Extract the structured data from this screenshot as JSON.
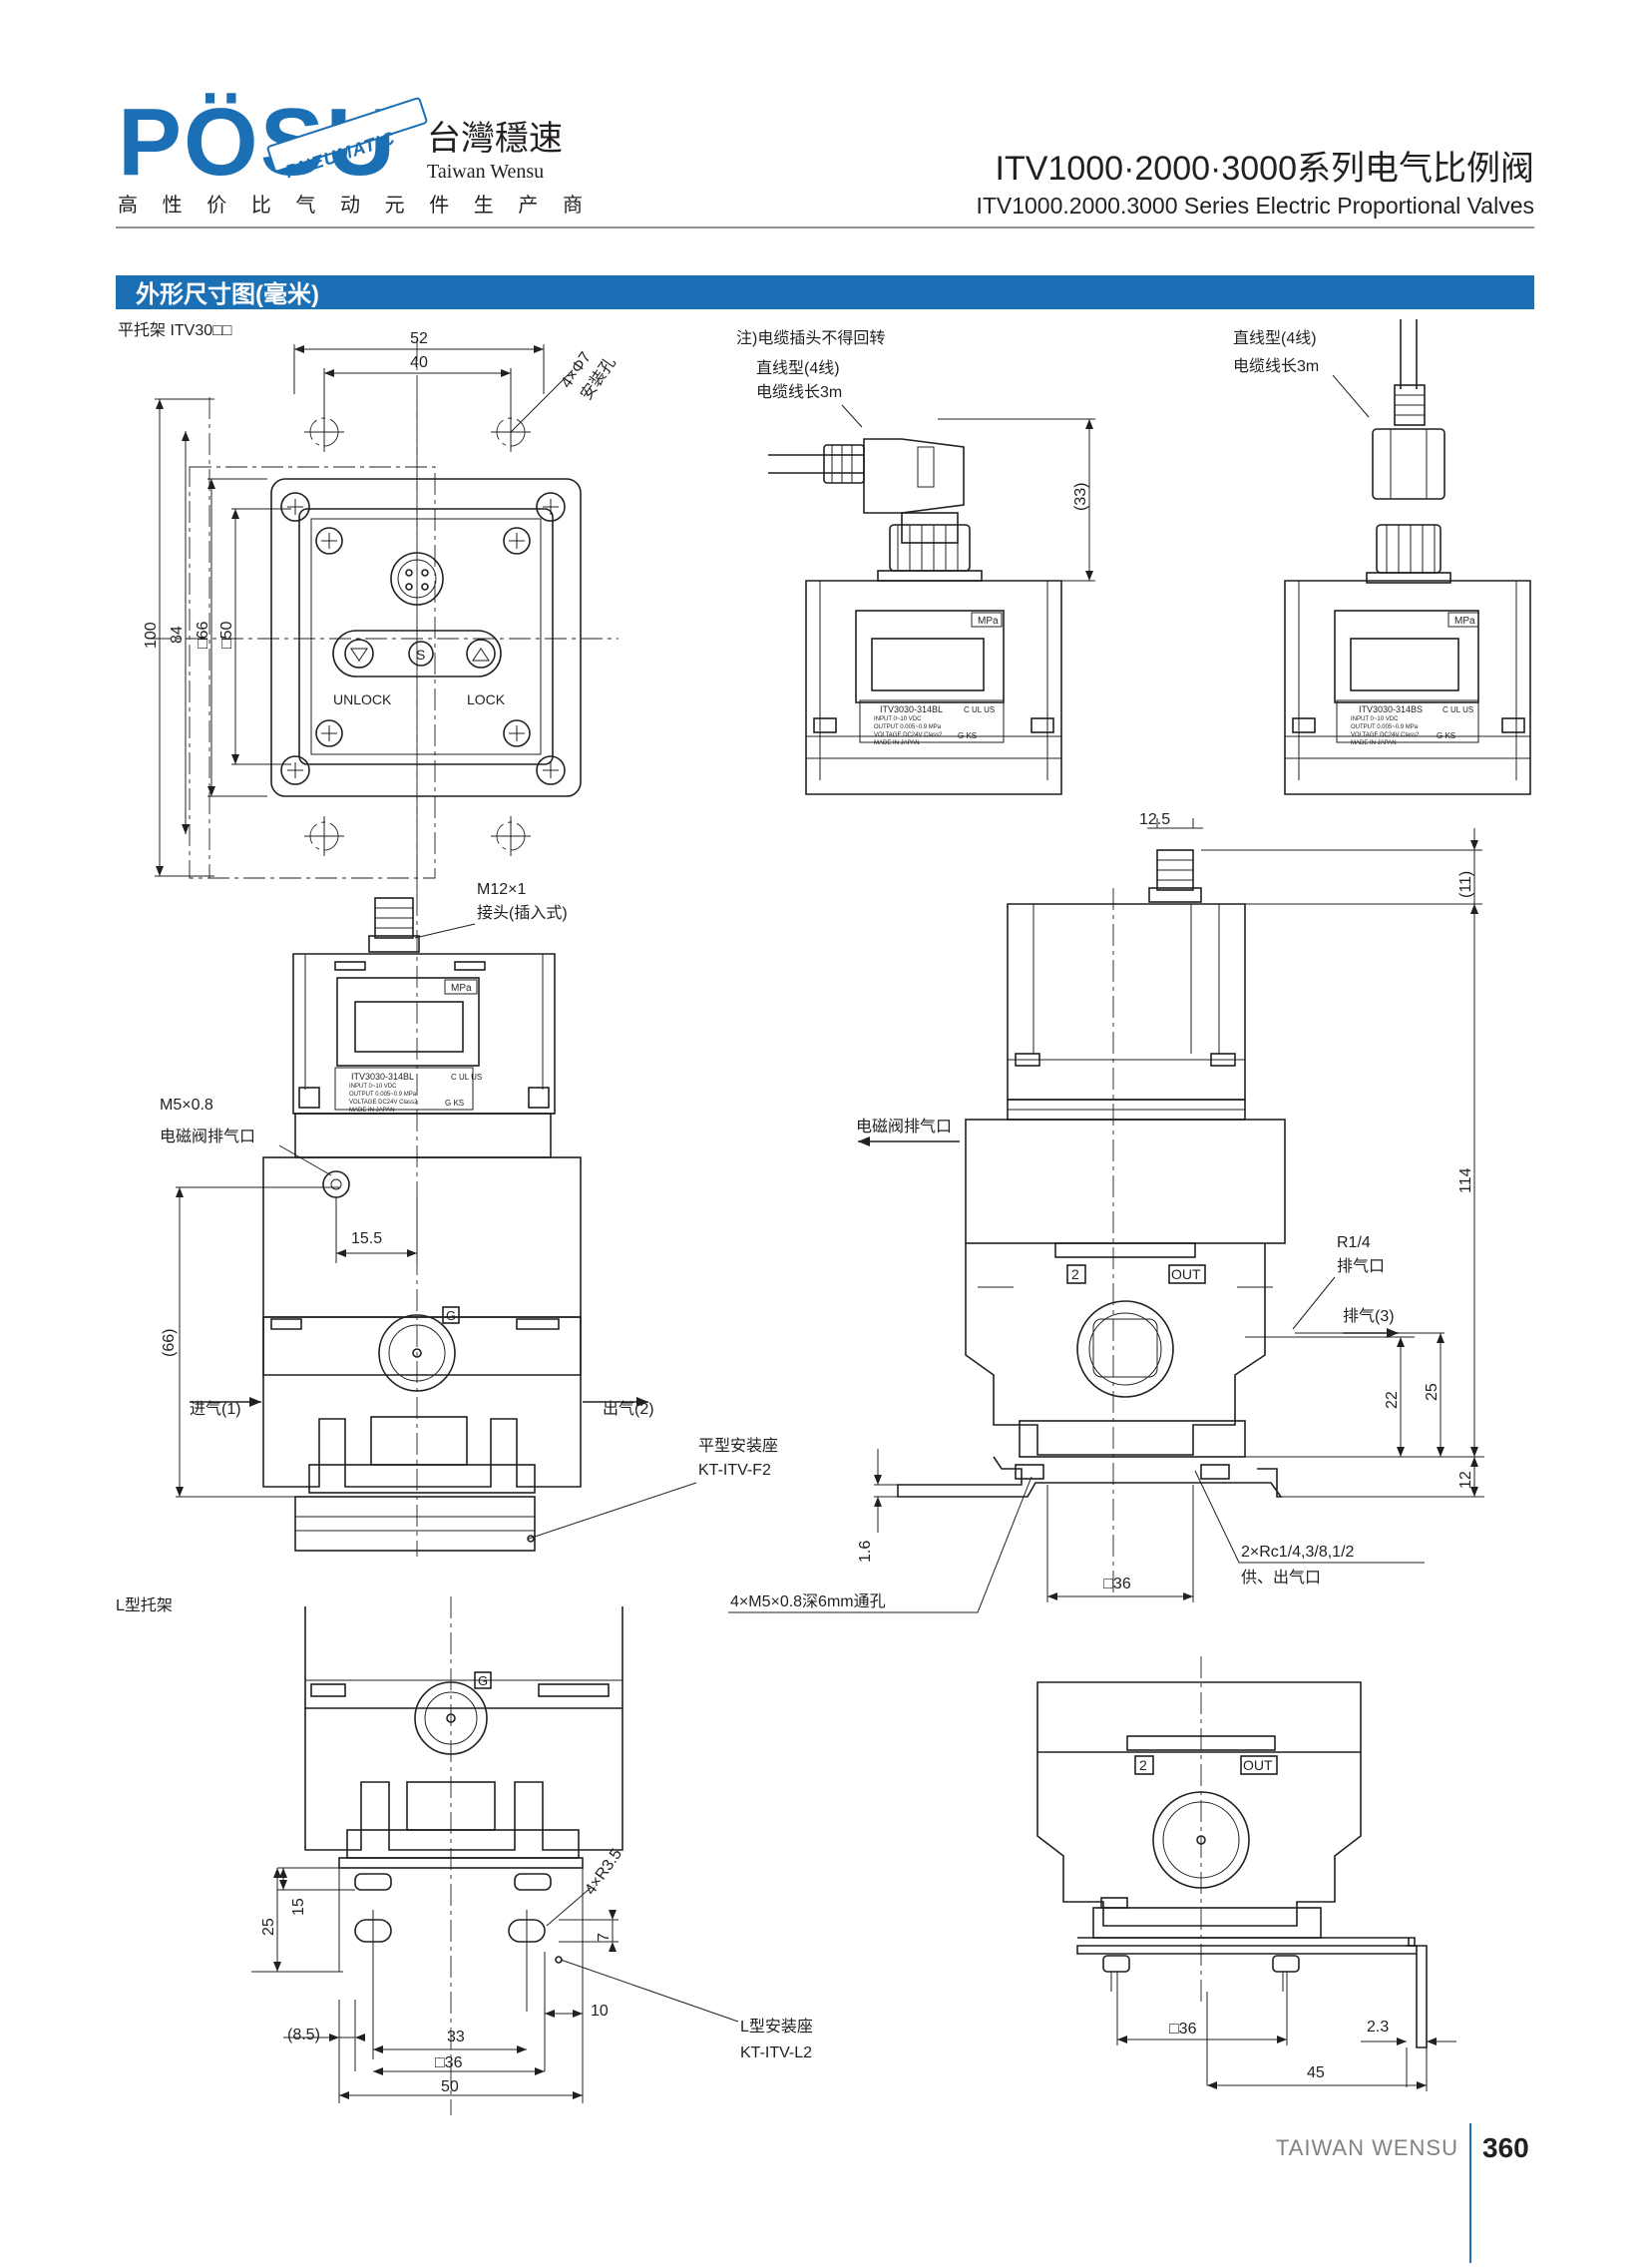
{
  "header": {
    "logo_word": "PÖSU",
    "logo_banner": "PNEUMATIC",
    "brand_cn": "台灣穩速",
    "brand_en": "Taiwan Wensu",
    "slogan": [
      "高",
      "性",
      "价",
      "比",
      "气",
      "动",
      "元",
      "件",
      "生",
      "产",
      "商"
    ],
    "title_cn": "ITV1000·2000·3000系列电气比例阀",
    "title_en": "ITV1000.2000.3000 Series Electric Proportional Valves"
  },
  "section": {
    "title": "外形尺寸图(毫米)"
  },
  "flat_bracket": {
    "title": "平托架  ITV30□□",
    "dims": {
      "d52": "52",
      "d40": "40",
      "holes": "4×Φ7",
      "holes_label": "安装孔",
      "d100": "100",
      "d84": "84",
      "d66sq": "□66",
      "d50sq": "□50",
      "unlock": "UNLOCK",
      "lock": "LOCK"
    },
    "front": {
      "m12": "M12×1",
      "m12_label": "接头(插入式)",
      "m5": "M5×0.8",
      "m5_label": "电磁阀排气口",
      "d15_5": "15.5",
      "d66": "(66)",
      "inlet": "进气(1)",
      "outlet": "出气(2)",
      "g": "G",
      "mount": "平型安装座",
      "mount_code": "KT-ITV-F2"
    }
  },
  "notes": {
    "cable_note": "注)电缆插头不得回转",
    "right_angle": "直线型(4线)",
    "right_cable": "电缆线长3m",
    "straight": "直线型(4线)",
    "straight_cable": "电缆线长3m",
    "d33": "(33)"
  },
  "device_labels": {
    "mpa": "MPa",
    "model_a": "ITV3030-314BL",
    "model_b": "ITV3030-314BS",
    "spec_lines": [
      "INPUT  0~10  VDC",
      "OUTPUT 0.005~0.9 MPa",
      "VOLTAGE DC24V  Class2",
      "MADE IN JAPAN"
    ],
    "cert": "C UL US",
    "ks": "G KS"
  },
  "side_view": {
    "d12_5": "12.5",
    "d11": "(11)",
    "d114": "114",
    "exhaust_sol": "电磁阀排气口",
    "port2": "2",
    "out": "OUT",
    "r14": "R1/4",
    "r14_label": "排气口",
    "exhaust3": "排气(3)",
    "d22": "22",
    "d25": "25",
    "d12": "12",
    "d1_6": "1.6",
    "rc": "2×Rc1/4,3/8,1/2",
    "rc_label": "供、出气口",
    "d36": "□36",
    "m5_holes": "4×M5×0.8深6mm通孔"
  },
  "l_bracket": {
    "title": "L型托架",
    "g": "G",
    "d15": "15",
    "d25": "25",
    "r3_5": "4×R3.5",
    "d7": "7",
    "d10": "10",
    "d8_5": "(8.5)",
    "d33": "33",
    "d36": "□36",
    "d50": "50",
    "mount": "L型安装座",
    "mount_code": "KT-ITV-L2",
    "port2": "2",
    "out": "OUT",
    "d36b": "□36",
    "d2_3": "2.3",
    "d45": "45"
  },
  "footer": {
    "company": "TAIWAN WENSU",
    "page": "360"
  },
  "colors": {
    "brand_blue": "#1a6fb5",
    "section_bar": "#1a6fb5",
    "ink": "#231f20"
  }
}
